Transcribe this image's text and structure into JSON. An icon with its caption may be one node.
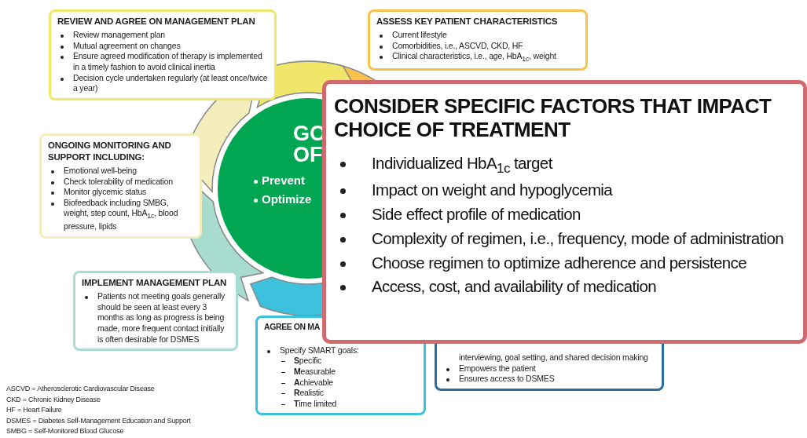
{
  "diagram": {
    "nodes": [
      {
        "text": [
          "REVIEW AND AGREE ON MANAGEMENT PLAN",
          "Review management plan",
          "Mutual agreement on changes",
          "Ensure agreed modification of therapy is implemented in a timely fashion to avoid clinical inertia",
          "Decision cycle undertaken regularly (at least once/twice a year)"
        ]
      },
      {
        "text": [
          "ASSESS KEY PATIENT CHARACTERISTICS",
          "Current lifestyle",
          "Comorbidities, i.e., ASCVD, CKD, HF",
          "Clinical characteristics, i.e., age, HbA$_{1c}$, weight"
        ]
      },
      {
        "text": [
          "GO OF",
          "Prevent",
          "Optimize"
        ]
      },
      {
        "text": [
          "ONGOING MONITORING AND SUPPORT INCLUDING:",
          "Emotional well-being",
          "Check tolerability of medication",
          "Monitor glycemic status",
          "Biofeedback including SMBG, weight, step count, HbA$_{1c}$, blood pressure, lipids"
        ]
      },
      {
        "text": [
          "CONSIDER SPECIFIC FACTORS THAT IMPACT CHOICE OF TREATMENT",
          "Individualized HbA$_{1c}$ target",
          "Impact on weight and hypoglycemia",
          "Side effect profile of medication",
          "Complexity of regimen, i.e., frequency, mode of administration",
          "Choose regimen to optimize adherence and persistence",
          "Access, cost, and availability of medication"
        ]
      },
      {
        "text": [
          "IMPLEMENT MANAGEMENT PLAN",
          "Patients not meeting goals generally should be seen at least every 3 months as long as progress is being made, more frequent contact initially is often desirable for DSMES"
        ]
      },
      {
        "text": [
          "AGREE ON MA",
          "Specify SMART goals:",
          "**S**pecific",
          "**M**easurable",
          "**A**chievable",
          "**R**ealistic",
          "**T**ime limited"
        ]
      },
      {
        "text": [
          "interviewing, goal setting, and shared decision making",
          "Empowers the patient",
          "Ensures access to DSMES"
        ]
      }
    ],
    "labels": [
      "ASCVD = Atherosclerotic Cardiovascular Disease",
      "CKD = Chronic Kidney Disease",
      "HF = Heart Failure",
      "DSMES = Diabetes Self-Management Education and Support",
      "SMBG = Self-Monitored Blood Glucose"
    ]
  }
}
